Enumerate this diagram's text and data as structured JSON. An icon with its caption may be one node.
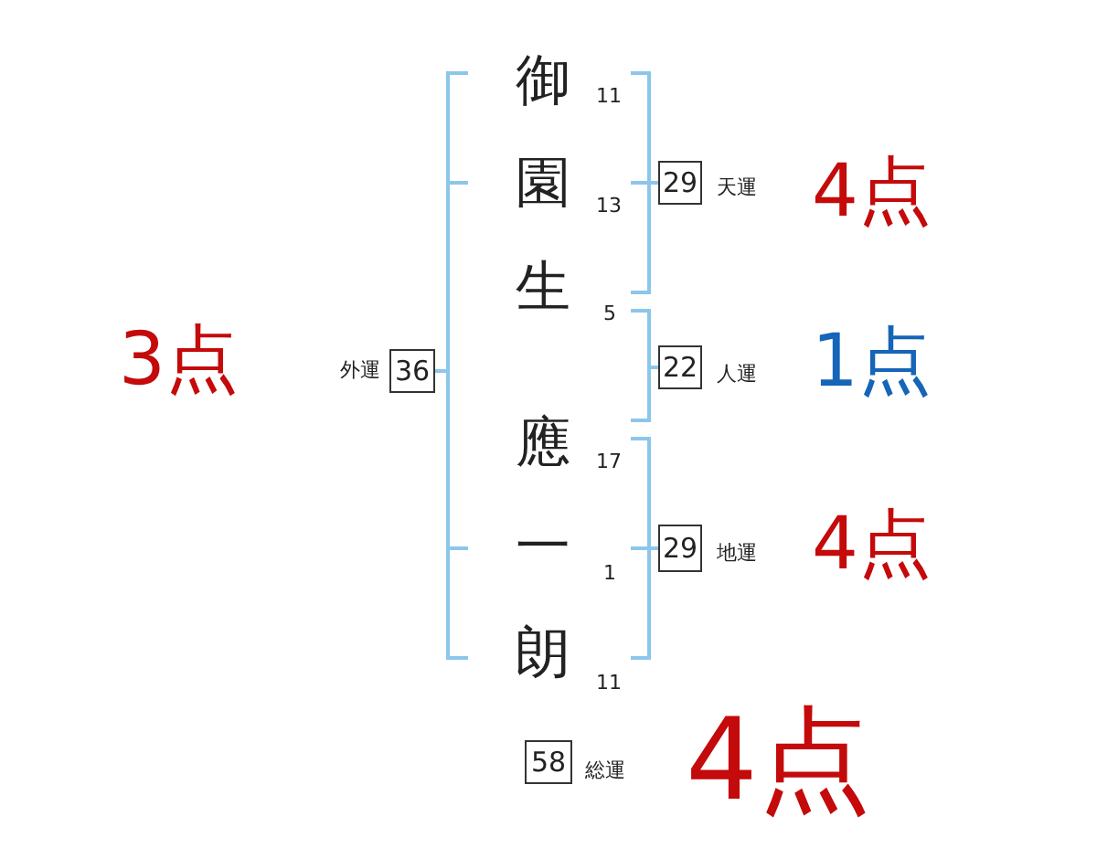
{
  "diagram": {
    "nodes": [
      {
        "text": [
          "29"
        ],
        "beside": [
          "天運"
        ]
      },
      {
        "text": [
          "36"
        ],
        "beside": [
          "外運"
        ]
      },
      {
        "text": [
          "22"
        ],
        "beside": [
          "人運"
        ]
      },
      {
        "text": [
          "29"
        ],
        "beside": [
          "地運"
        ]
      },
      {
        "text": [
          "58"
        ],
        "beside": [
          "総運"
        ]
      }
    ],
    "labels": [
      "御",
      "11",
      "園",
      "13",
      "生",
      "5",
      "應",
      "17",
      "一",
      "1",
      "朗",
      "11",
      "4点",
      "3点",
      "1点",
      "4点",
      "4点"
    ]
  }
}
